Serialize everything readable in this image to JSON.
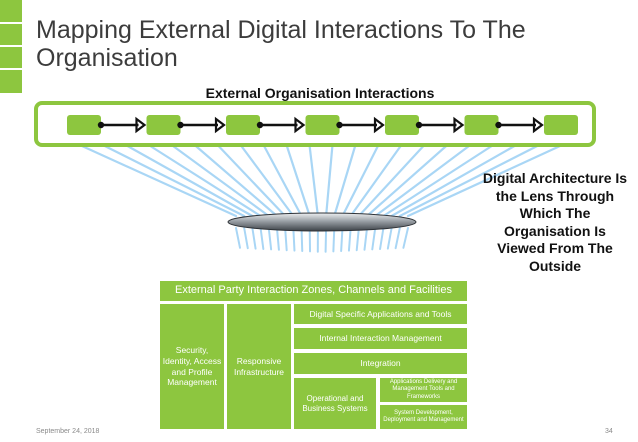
{
  "title": "Mapping External Digital Interactions To The Organisation",
  "band_title": "External Organisation Interactions",
  "side_text": "Digital Architecture Is the Lens Through Which The Organisation Is Viewed From The Outside",
  "colors": {
    "green": "#8dc63f",
    "ray": "#a9d6f5",
    "lens": "#8f959c",
    "text": "#3c3c3c"
  },
  "interaction_nodes": 7,
  "boxes": {
    "zones": "External Party Interaction Zones, Channels and Facilities",
    "security": "Security, Identity, Access and Profile Management",
    "responsive": "Responsive Infrastructure",
    "digital_apps": "Digital Specific Applications and Tools",
    "internal": "Internal Interaction Management",
    "integration": "Integration",
    "operational": "Operational and Business Systems",
    "apps_delivery": "Applications Delivery and Management Tools and Frameworks",
    "sysdev": "System Development, Deployment and Management"
  },
  "footer": {
    "date": "September 24, 2018",
    "page": "34"
  }
}
